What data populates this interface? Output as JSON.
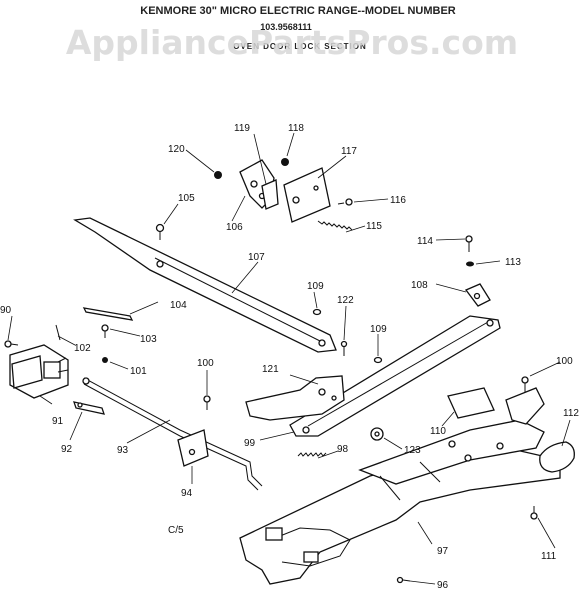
{
  "header": {
    "title": "KENMORE 30\" MICRO ELECTRIC RANGE--MODEL NUMBER",
    "model": "103.9568111",
    "section": "OVEN DOOR LOCK SECTION",
    "watermark": "AppliancePartsPros.com"
  },
  "code": "C/5",
  "parts": [
    {
      "id": "p90",
      "label": "90"
    },
    {
      "id": "p91",
      "label": "91"
    },
    {
      "id": "p92",
      "label": "92"
    },
    {
      "id": "p93",
      "label": "93"
    },
    {
      "id": "p94",
      "label": "94"
    },
    {
      "id": "p96",
      "label": "96"
    },
    {
      "id": "p97",
      "label": "97"
    },
    {
      "id": "p98",
      "label": "98"
    },
    {
      "id": "p99",
      "label": "99"
    },
    {
      "id": "p100a",
      "label": "100"
    },
    {
      "id": "p100b",
      "label": "100"
    },
    {
      "id": "p101",
      "label": "101"
    },
    {
      "id": "p102",
      "label": "102"
    },
    {
      "id": "p103",
      "label": "103"
    },
    {
      "id": "p104",
      "label": "104"
    },
    {
      "id": "p105",
      "label": "105"
    },
    {
      "id": "p106",
      "label": "106"
    },
    {
      "id": "p107",
      "label": "107"
    },
    {
      "id": "p108",
      "label": "108"
    },
    {
      "id": "p109a",
      "label": "109"
    },
    {
      "id": "p109b",
      "label": "109"
    },
    {
      "id": "p110",
      "label": "110"
    },
    {
      "id": "p111",
      "label": "111"
    },
    {
      "id": "p112",
      "label": "112"
    },
    {
      "id": "p113",
      "label": "113"
    },
    {
      "id": "p114",
      "label": "114"
    },
    {
      "id": "p115",
      "label": "115"
    },
    {
      "id": "p116",
      "label": "116"
    },
    {
      "id": "p117",
      "label": "117"
    },
    {
      "id": "p118",
      "label": "118"
    },
    {
      "id": "p119",
      "label": "119"
    },
    {
      "id": "p120",
      "label": "120"
    },
    {
      "id": "p121",
      "label": "121"
    },
    {
      "id": "p122",
      "label": "122"
    },
    {
      "id": "p123",
      "label": "123"
    }
  ]
}
